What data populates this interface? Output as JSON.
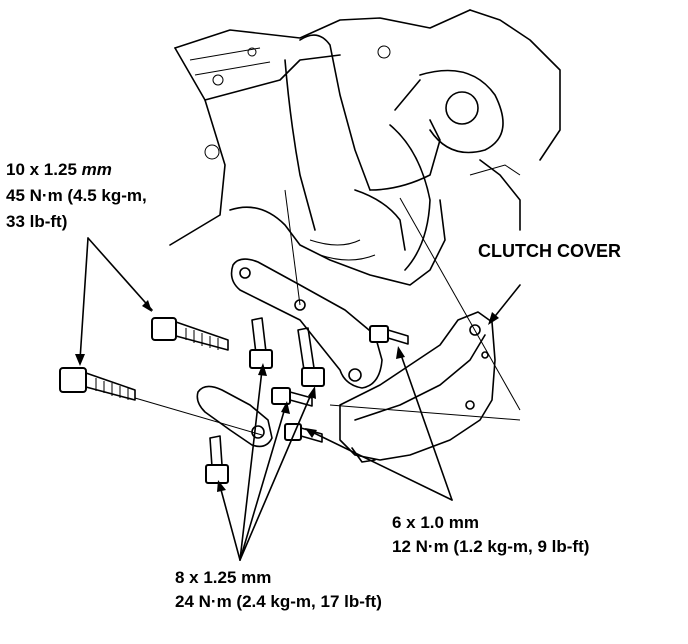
{
  "labels": {
    "bolt_large": {
      "size_num": "10 x 1.25",
      "size_unit": "mm",
      "torque": "45 N·m (4.5 kg-m,",
      "torque_cont": "33 lb-ft)"
    },
    "clutch_cover": "CLUTCH COVER",
    "bolt_small": {
      "size": "6 x 1.0 mm",
      "torque": "12 N·m (1.2 kg-m, 9 lb-ft)"
    },
    "bolt_medium": {
      "size": "8 x 1.25 mm",
      "torque": "24 N·m (2.4 kg-m, 17 lb-ft)"
    }
  }
}
